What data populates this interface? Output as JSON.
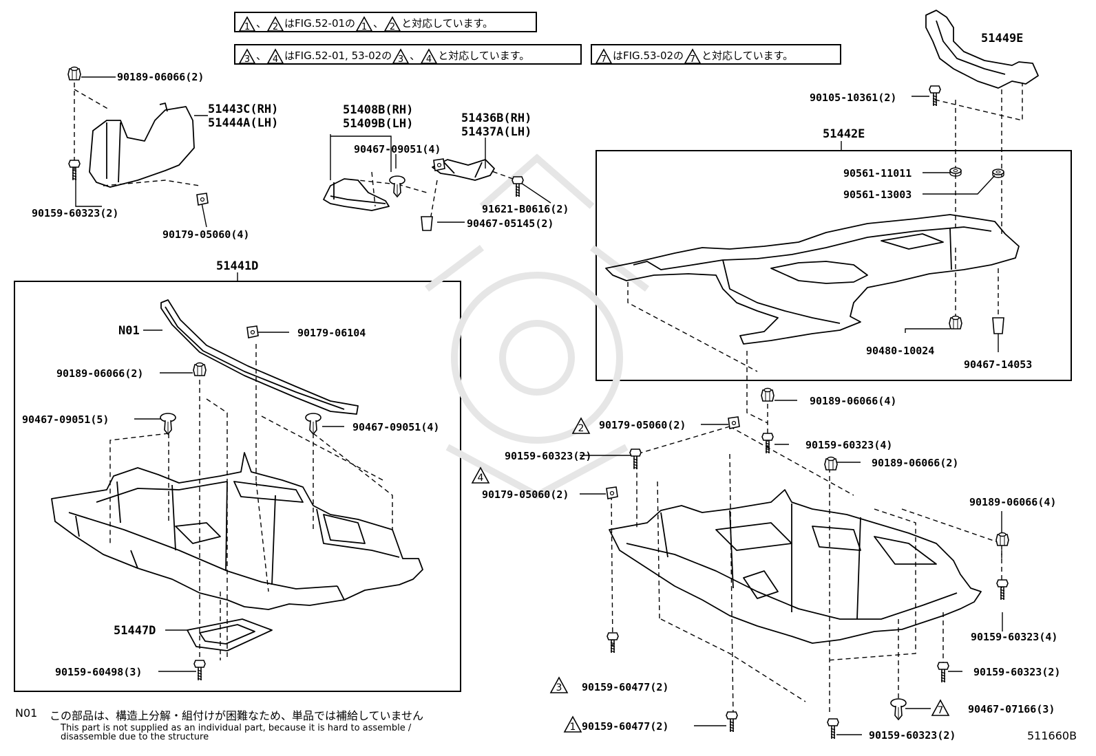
{
  "notes": [
    {
      "id": "n1",
      "parts": [
        {
          "tri": "1"
        },
        {
          "t": "、"
        },
        {
          "tri": "2"
        },
        {
          "t": "はFIG.52-01の"
        },
        {
          "tri": "1"
        },
        {
          "t": "、"
        },
        {
          "tri": "2"
        },
        {
          "t": "と対応しています。"
        }
      ]
    },
    {
      "id": "n2",
      "parts": [
        {
          "tri": "3"
        },
        {
          "t": "、"
        },
        {
          "tri": "4"
        },
        {
          "t": "はFIG.52-01, 53-02の"
        },
        {
          "tri": "3"
        },
        {
          "t": "、"
        },
        {
          "tri": "4"
        },
        {
          "t": "と対応しています。"
        }
      ]
    },
    {
      "id": "n3",
      "parts": [
        {
          "tri": "7"
        },
        {
          "t": "はFIG.53-02の"
        },
        {
          "tri": "7"
        },
        {
          "t": "と対応しています。"
        }
      ]
    }
  ],
  "labels": [
    {
      "id": "p01",
      "text": "90189-06066(2)"
    },
    {
      "id": "p02",
      "text": "51443C(RH)"
    },
    {
      "id": "p03",
      "text": "51444A(LH)"
    },
    {
      "id": "p04",
      "text": "90159-60323(2)"
    },
    {
      "id": "p05",
      "text": "90179-05060(4)"
    },
    {
      "id": "p06",
      "text": "51408B(RH)"
    },
    {
      "id": "p07",
      "text": "51409B(LH)"
    },
    {
      "id": "p08",
      "text": "90467-09051(4)"
    },
    {
      "id": "p09",
      "text": "51436B(RH)"
    },
    {
      "id": "p10",
      "text": "51437A(LH)"
    },
    {
      "id": "p11",
      "text": "91621-B0616(2)"
    },
    {
      "id": "p12",
      "text": "90467-05145(2)"
    },
    {
      "id": "p13",
      "text": "51441D"
    },
    {
      "id": "p14",
      "text": "N01"
    },
    {
      "id": "p15",
      "text": "90179-06104"
    },
    {
      "id": "p16",
      "text": "90189-06066(2)"
    },
    {
      "id": "p17",
      "text": "90467-09051(5)"
    },
    {
      "id": "p18",
      "text": "90467-09051(4)"
    },
    {
      "id": "p19",
      "text": "51447D"
    },
    {
      "id": "p20",
      "text": "90159-60498(3)"
    },
    {
      "id": "p21",
      "text": "51449E"
    },
    {
      "id": "p22",
      "text": "90105-10361(2)"
    },
    {
      "id": "p23",
      "text": "51442E"
    },
    {
      "id": "p24",
      "text": "90561-11011"
    },
    {
      "id": "p25",
      "text": "90561-13003"
    },
    {
      "id": "p26",
      "text": "90480-10024"
    },
    {
      "id": "p27",
      "text": "90467-14053"
    },
    {
      "id": "p28",
      "text": "90189-06066(4)"
    },
    {
      "id": "p29",
      "text": "90179-05060(2)"
    },
    {
      "id": "p30",
      "text": "90159-60323(4)"
    },
    {
      "id": "p31",
      "text": "90159-60323(2)"
    },
    {
      "id": "p32",
      "text": "90189-06066(2)"
    },
    {
      "id": "p33",
      "text": "90179-05060(2)"
    },
    {
      "id": "p34",
      "text": "90189-06066(4)"
    },
    {
      "id": "p35",
      "text": "90159-60323(4)"
    },
    {
      "id": "p36",
      "text": "90159-60477(2)"
    },
    {
      "id": "p37",
      "text": "90159-60323(2)"
    },
    {
      "id": "p38",
      "text": "90467-07166(3)"
    },
    {
      "id": "p39",
      "text": "90159-60477(2)"
    },
    {
      "id": "p40",
      "text": "90159-60323(2)"
    }
  ],
  "callouts": [
    {
      "id": "c29",
      "num": "2"
    },
    {
      "id": "c33",
      "num": "4"
    },
    {
      "id": "c36",
      "num": "3"
    },
    {
      "id": "c38",
      "num": "7"
    },
    {
      "id": "c39",
      "num": "1"
    }
  ],
  "footnote": {
    "code": "N01",
    "jp": "この部品は、構造上分解・組付けが困難なため、単品では補給していません",
    "en1": "This part is not supplied as an individual part, because it is hard to assemble /",
    "en2": "disassemble due to the structure"
  },
  "figure_code": "511660B"
}
